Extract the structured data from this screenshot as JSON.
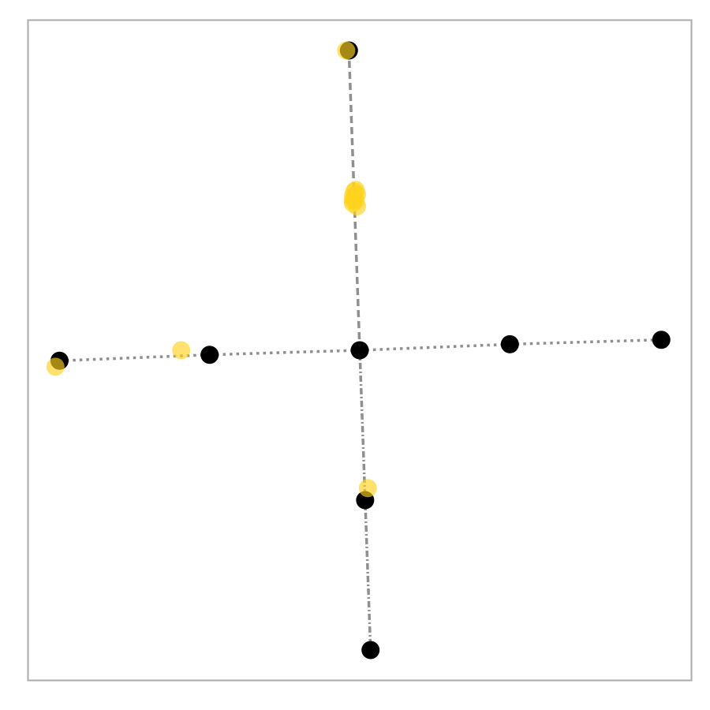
{
  "chart_data": {
    "type": "scatter",
    "title": "",
    "xlabel": "",
    "ylabel": "",
    "grid": false,
    "legend": "none",
    "xlim": [
      -2.45,
      2.45
    ],
    "ylim": [
      -2.2,
      2.2
    ],
    "edges": [
      {
        "from": [
          0,
          0
        ],
        "to": [
          -1.11,
          -0.03
        ],
        "style": "dotted"
      },
      {
        "from": [
          -1.11,
          -0.03
        ],
        "to": [
          -2.22,
          -0.07
        ],
        "style": "dotted"
      },
      {
        "from": [
          0,
          0
        ],
        "to": [
          1.11,
          0.04
        ],
        "style": "dotted"
      },
      {
        "from": [
          1.11,
          0.04
        ],
        "to": [
          2.23,
          0.07
        ],
        "style": "dotted"
      },
      {
        "from": [
          0,
          0
        ],
        "to": [
          -0.04,
          1.0
        ],
        "style": "dashed"
      },
      {
        "from": [
          -0.04,
          1.0
        ],
        "to": [
          -0.08,
          2.0
        ],
        "style": "dashed"
      },
      {
        "from": [
          0,
          0
        ],
        "to": [
          0.04,
          -1.0
        ],
        "style": "dashdot"
      },
      {
        "from": [
          0.04,
          -1.0
        ],
        "to": [
          0.08,
          -2.0
        ],
        "style": "dashdot"
      }
    ],
    "series": [
      {
        "color": "#000000",
        "opacity": 1.0,
        "points": [
          [
            0.0,
            0.0
          ],
          [
            -1.11,
            -0.03
          ],
          [
            -2.22,
            -0.07
          ],
          [
            1.11,
            0.04
          ],
          [
            2.23,
            0.07
          ],
          [
            0.04,
            -1.0
          ],
          [
            0.08,
            -2.0
          ],
          [
            -0.08,
            2.0
          ]
        ]
      },
      {
        "color": "#FFD21F",
        "opacity": 0.65,
        "points": [
          [
            -0.04,
            1.06
          ],
          [
            -0.05,
            1.03
          ],
          [
            -0.02,
            1.04
          ],
          [
            -0.03,
            1.0
          ],
          [
            -0.05,
            0.98
          ],
          [
            -0.02,
            0.96
          ],
          [
            -0.04,
            1.01
          ],
          [
            -0.03,
            1.07
          ],
          [
            -0.05,
            1.0
          ],
          [
            -0.1,
            2.0
          ],
          [
            -1.32,
            0.0
          ],
          [
            -2.25,
            -0.11
          ],
          [
            0.06,
            -0.92
          ]
        ]
      }
    ]
  },
  "colors": {
    "axes_border": "#aaaaaa",
    "edge": "#8f8f8f"
  }
}
